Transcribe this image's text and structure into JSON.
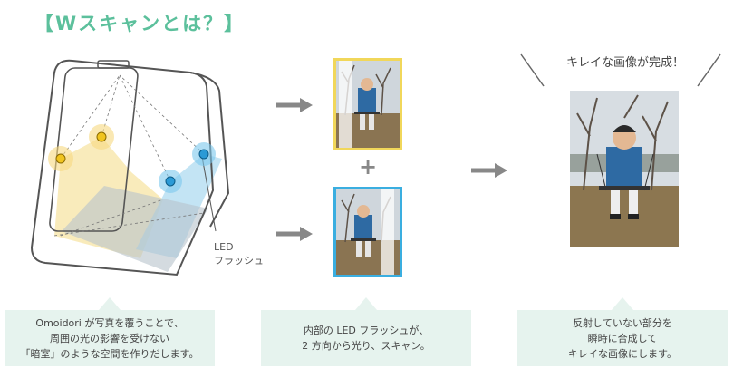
{
  "title": "【Wスキャンとは？】",
  "led_label": "LED\nフラッシュ",
  "bubble_text": "キレイな画像が完成！",
  "plus": "+",
  "captions": [
    "Omoidori が写真を覆うことで、\n周囲の光の影響を受けない\n「暗室」のような空間を作りだします。",
    "内部の LED フラッシュが、\n2 方向から光り、スキャン。",
    "反射していない部分を\n瞬時に合成して\nキレイな画像にします。"
  ],
  "colors": {
    "title": "#5cc09c",
    "caption_bg": "#e6f3ee",
    "yellow_frame": "#f1d75a",
    "blue_frame": "#3aaee0",
    "arrow": "#888888"
  }
}
